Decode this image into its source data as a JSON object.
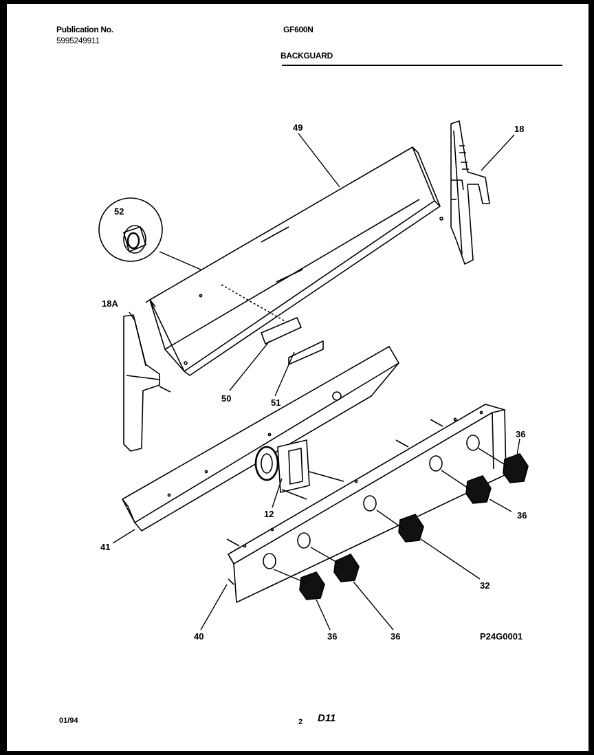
{
  "header": {
    "publication_label": "Publication No.",
    "publication_number": "5995249911",
    "model": "GF600N",
    "section": "BACKGUARD"
  },
  "diagram": {
    "labels": {
      "p49": "49",
      "p18": "18",
      "p52": "52",
      "p18a": "18A",
      "p50": "50",
      "p51": "51",
      "p12": "12",
      "p41": "41",
      "p40": "40",
      "p36a": "36",
      "p36b": "36",
      "p32": "32",
      "p36c": "36",
      "p36d": "36"
    },
    "drawing_id": "P24G0001"
  },
  "footer": {
    "date": "01/94",
    "page": "2",
    "code": "D11"
  }
}
